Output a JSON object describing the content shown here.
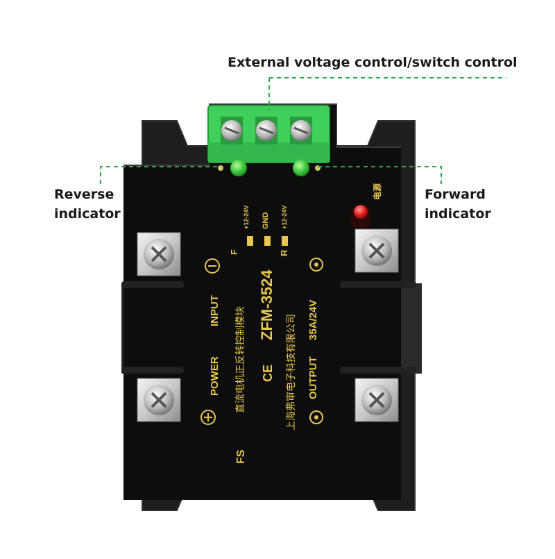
{
  "callouts": {
    "external_control": "External voltage control/switch control",
    "reverse_indicator_line1": "Reverse",
    "reverse_indicator_line2": "indicator",
    "forward_indicator_line1": "Forward",
    "forward_indicator_line2": "indicator"
  },
  "module": {
    "model": "ZFM-3524",
    "rating": "35A/24V",
    "power_label": "POWER",
    "input_label": "INPUT",
    "output_label": "OUTPUT",
    "chinese_description": "直流电机正反转控制模块",
    "chinese_company": "上海弗审电子科技有限公司",
    "power_led_label": "电源",
    "terminal_f": "F",
    "terminal_r": "R",
    "terminal_gnd": "GND",
    "terminal_f_volt": "+12-24V",
    "terminal_r_volt": "+12-24V",
    "ce_mark": "CE",
    "brand_logo": "FS"
  },
  "colors": {
    "body": "#0d0d0d",
    "terminal_block": "#3fcf5a",
    "leader_line": "#2aa84a",
    "label_gold": "#e8c650",
    "led_green": "#3ac93f",
    "led_red": "#e01818"
  },
  "icons": [
    "screw-terminal-icon",
    "minus-symbol-icon",
    "plus-symbol-icon",
    "output-circle-icon"
  ]
}
